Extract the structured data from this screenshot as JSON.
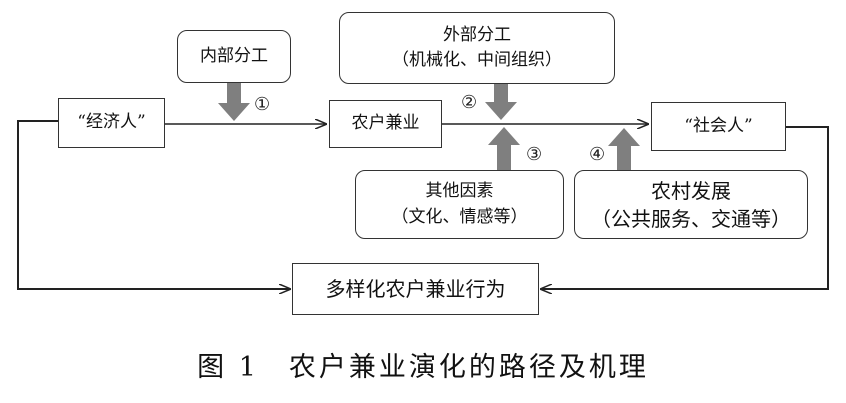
{
  "boxes": {
    "internal_division": "内部分工",
    "external_division": {
      "line1": "外部分工",
      "line2": "（机械化、中间组织）"
    },
    "economic_man": "“经济人”",
    "part_time_farming": "农户兼业",
    "social_man": "“社会人”",
    "other_factors": {
      "line1": "其他因素",
      "line2": "（文化、情感等）"
    },
    "rural_development": {
      "line1": "农村发展",
      "line2": "（公共服务、交通等）"
    },
    "diversified_behavior": "多样化农户兼业行为"
  },
  "markers": [
    "①",
    "②",
    "③",
    "④"
  ],
  "caption": "图 1　农户兼业演化的路径及机理",
  "colors": {
    "arrow_fill": "#7f7f7f",
    "line": "#222222"
  }
}
